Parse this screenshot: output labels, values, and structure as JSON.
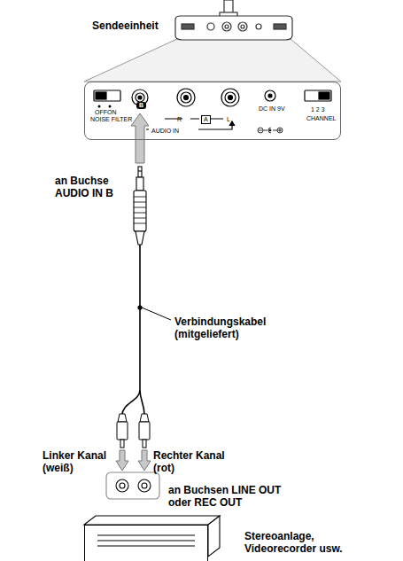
{
  "diagram": {
    "nodes": [
      {
        "text": [
          "OFF",
          "ON",
          "NOISE FILTER",
          "B",
          "R",
          "A",
          "L",
          "AUDIO IN",
          "DC IN 9V",
          "1 2 3",
          "CHANNEL"
        ]
      },
      {
        "text": [
          "Stereoanlage, Videorecorder usw."
        ]
      }
    ],
    "labels": [
      "Sendeeinheit",
      "an Buchse AUDIO IN B",
      "Verbindungskabel (mitgeliefert)",
      "Linker Kanal (weiß)",
      "Rechter Kanal (rot)",
      "an Buchsen LINE OUT oder REC OUT"
    ]
  }
}
